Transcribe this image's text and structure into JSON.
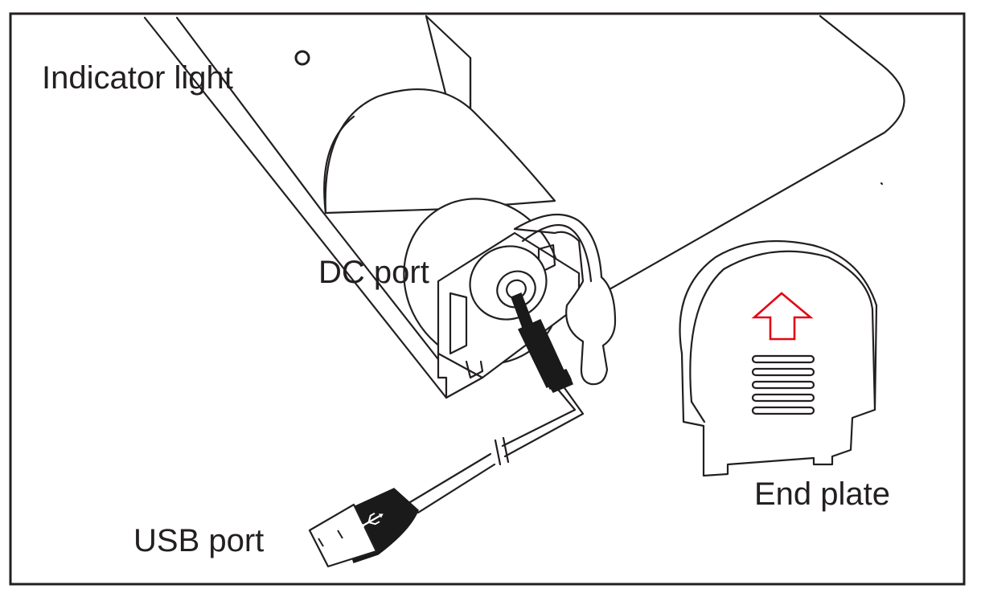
{
  "labels": {
    "indicator_light": "Indicator light",
    "dc_port": "DC port",
    "usb_port": "USB port",
    "end_plate": "End plate"
  },
  "icons": {
    "usb_symbol": "usb-icon",
    "direction_arrow": "up-arrow-icon"
  },
  "colors": {
    "line": "#231f20",
    "arrow": "#e30613",
    "background": "#ffffff"
  }
}
